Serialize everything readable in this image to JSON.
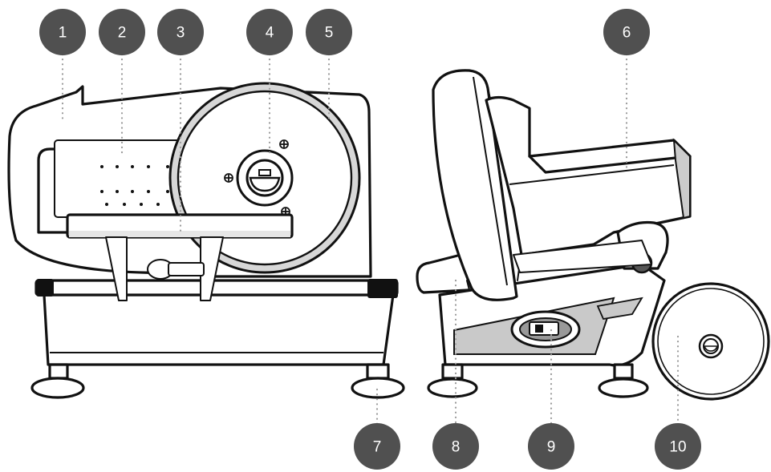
{
  "callouts": [
    {
      "label": "1"
    },
    {
      "label": "2"
    },
    {
      "label": "3"
    },
    {
      "label": "4"
    },
    {
      "label": "5"
    },
    {
      "label": "6"
    },
    {
      "label": "7"
    },
    {
      "label": "8"
    },
    {
      "label": "9"
    },
    {
      "label": "10"
    }
  ],
  "colors": {
    "badge": "#505050",
    "line_art": "#111111",
    "leader": "#9a9a9a",
    "shade": "#c9c9c9"
  },
  "icons": [
    "meat-slicer-side-view-illustration",
    "meat-slicer-angled-view-illustration",
    "spare-blade-illustration"
  ]
}
